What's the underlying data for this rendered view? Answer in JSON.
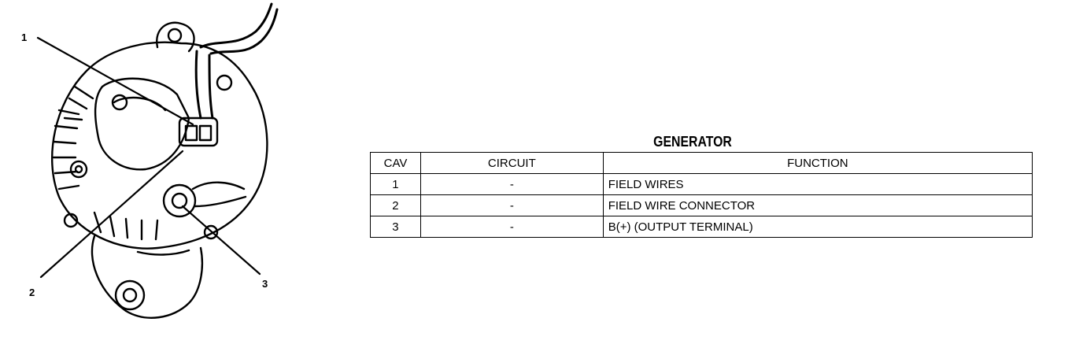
{
  "diagram": {
    "callouts": [
      "1",
      "2",
      "3"
    ]
  },
  "table": {
    "title": "GENERATOR",
    "headers": {
      "cav": "CAV",
      "circuit": "CIRCUIT",
      "function": "FUNCTION"
    },
    "rows": [
      {
        "cav": "1",
        "circuit": "-",
        "function": "FIELD WIRES"
      },
      {
        "cav": "2",
        "circuit": "-",
        "function": "FIELD WIRE CONNECTOR"
      },
      {
        "cav": "3",
        "circuit": "-",
        "function": "B(+) (OUTPUT TERMINAL)"
      }
    ]
  }
}
